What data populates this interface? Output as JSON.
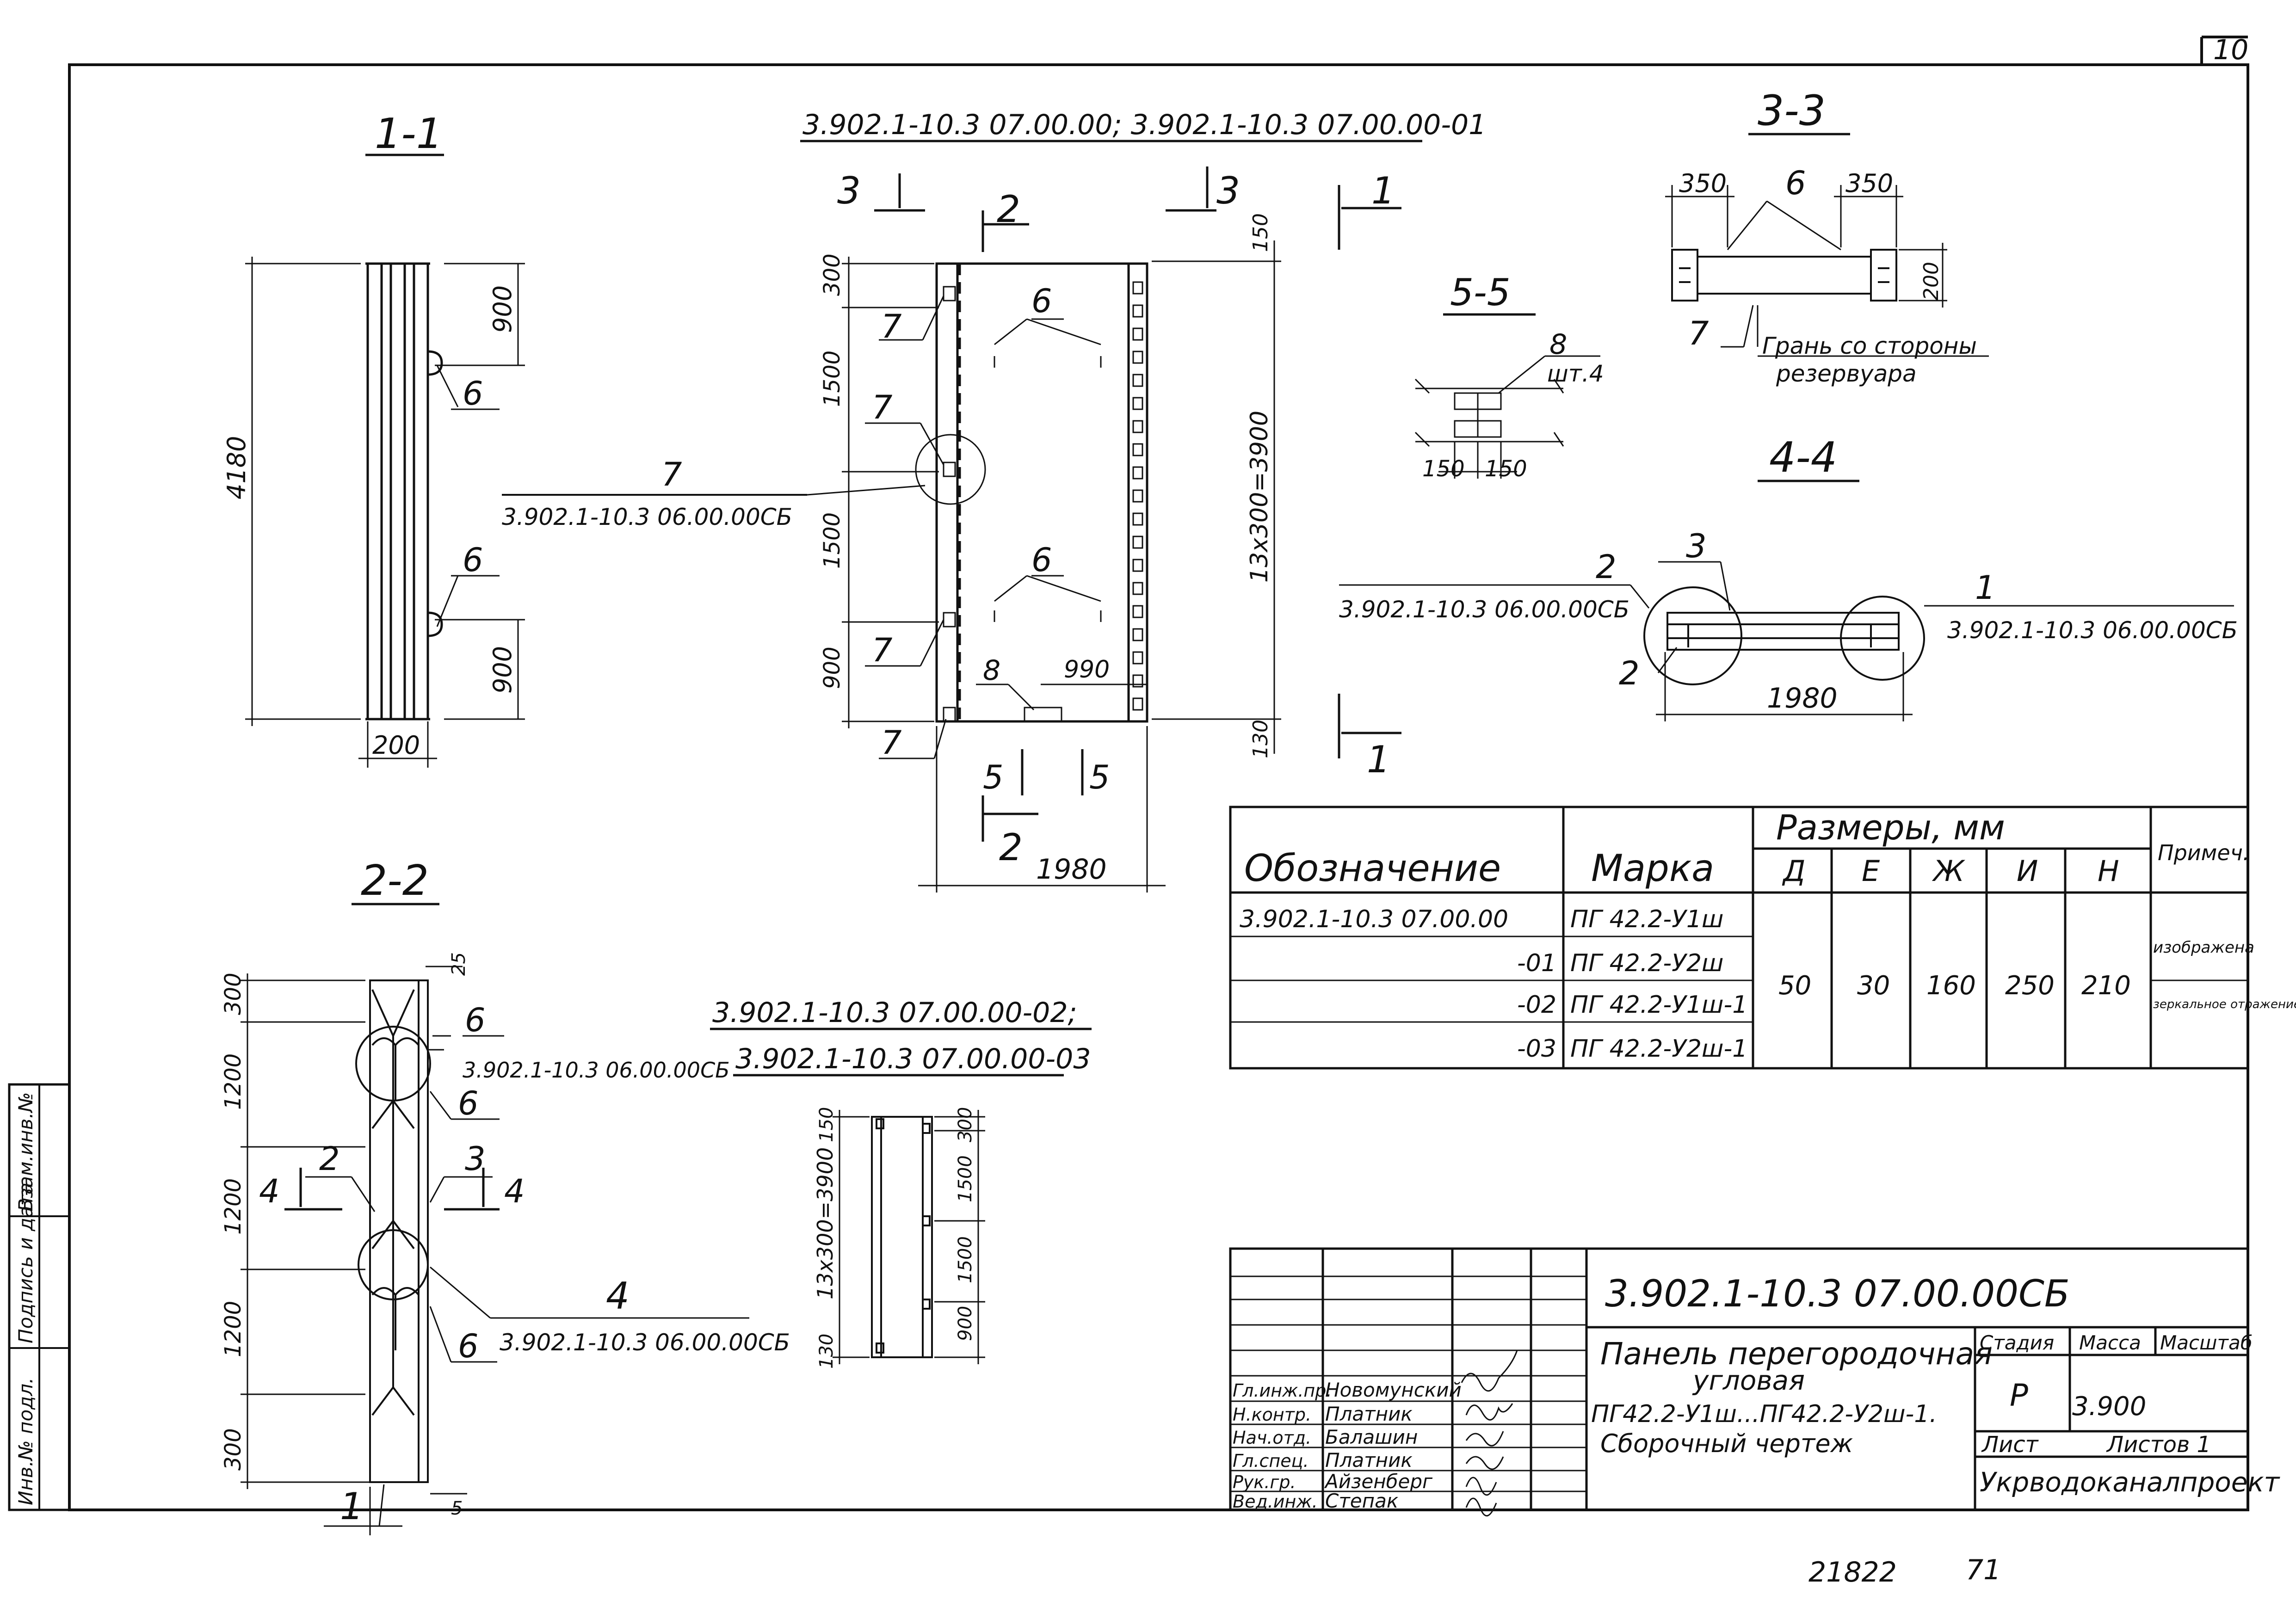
{
  "sheet": {
    "page_number": "10",
    "bottom_numbers": [
      "21822",
      "71"
    ]
  },
  "section_1_1": {
    "title": "1-1",
    "dims": [
      "4180",
      "900",
      "900",
      "200"
    ],
    "callouts": [
      "6",
      "6"
    ]
  },
  "main_view": {
    "heading": "3.902.1-10.3 07.00.00; 3.902.1-10.3 07.00.00-01",
    "section_marks": [
      "3",
      "3",
      "2",
      "2",
      "1",
      "1",
      "5",
      "5"
    ],
    "dims_left": [
      "300",
      "1500",
      "1500",
      "900"
    ],
    "dims_right": [
      "150",
      "13x300=3900",
      "130"
    ],
    "dims_bottom": [
      "1980",
      "990"
    ],
    "callouts": [
      "7",
      "7",
      "7",
      "7",
      "6",
      "6",
      "8"
    ],
    "ref_callout": "7",
    "ref_text": "3.902.1-10.3 06.00.00СБ"
  },
  "section_3_3": {
    "title": "3-3",
    "dims": [
      "350",
      "350",
      "200"
    ],
    "callouts": [
      "6",
      "7"
    ],
    "note_line1": "Грань со стороны",
    "note_line2": "резервуара"
  },
  "section_5_5": {
    "title": "5-5",
    "callout": "8",
    "callout_note": "шт.4",
    "dims": [
      "150",
      "150"
    ]
  },
  "section_4_4": {
    "title": "4-4",
    "callouts": [
      "2",
      "3",
      "1",
      "2"
    ],
    "ref_left": "3.902.1-10.3 06.00.00СБ",
    "ref_right": "3.902.1-10.3 06.00.00СБ",
    "dim": "1980"
  },
  "section_2_2": {
    "title": "2-2",
    "dims": [
      "300",
      "1200",
      "1200",
      "1200",
      "300",
      "25",
      "5"
    ],
    "callouts": [
      "6",
      "6",
      "2",
      "3",
      "4",
      "6",
      "1"
    ],
    "section_marks": [
      "4",
      "4"
    ],
    "ref_top": "3.902.1-10.3 06.00.00СБ",
    "ref_bottom": "3.902.1-10.3 06.00.00СБ"
  },
  "view_02_03": {
    "heading_line1": "3.902.1-10.3 07.00.00-02;",
    "heading_line2": "3.902.1-10.3 07.00.00-03",
    "dims_left": [
      "150",
      "13x300=3900",
      "130"
    ],
    "dims_right": [
      "300",
      "1500",
      "1500",
      "900"
    ]
  },
  "spec_table": {
    "head_designation": "Обозначение",
    "head_mark": "Марка",
    "head_sizes": "Размеры, мм",
    "head_note": "Примеч.",
    "size_cols": [
      "Д",
      "Е",
      "Ж",
      "И",
      "Н"
    ],
    "rows": [
      {
        "designation": "3.902.1-10.3 07.00.00",
        "mark": "ПГ 42.2-У1ш"
      },
      {
        "designation": "-01",
        "mark": "ПГ 42.2-У2ш"
      },
      {
        "designation": "-02",
        "mark": "ПГ 42.2-У1ш-1"
      },
      {
        "designation": "-03",
        "mark": "ПГ 42.2-У2ш-1"
      }
    ],
    "size_values": [
      "50",
      "30",
      "160",
      "250",
      "210"
    ],
    "note_1": "изображена",
    "note_2": "зеркальное отражение"
  },
  "title_block": {
    "doc_code": "3.902.1-10.3 07.00.00СБ",
    "name_line1": "Панель перегородочная",
    "name_line2": "угловая",
    "name_line3": "ПГ42.2-У1ш...ПГ42.2-У2ш-1.",
    "name_line4": "Сборочный чертеж",
    "h_stage": "Стадия",
    "h_mass": "Масса",
    "h_scale": "Масштаб",
    "stage": "Р",
    "mass": "3.900",
    "sheet_label": "Лист",
    "sheets_label": "Листов 1",
    "org": "Укрводоканалпроект",
    "staff": [
      {
        "role": "Гл.инж.пр.",
        "name": "Новомунский"
      },
      {
        "role": "Н.контр.",
        "name": "Платник"
      },
      {
        "role": "Нач.отд.",
        "name": "Балашин"
      },
      {
        "role": "Гл.спец.",
        "name": "Платник"
      },
      {
        "role": "Рук.гр.",
        "name": "Айзенберг"
      },
      {
        "role": "Вед.инж.",
        "name": "Степак"
      }
    ]
  },
  "side_stamp": {
    "f1": "Инв.№ подл.",
    "f2": "Подпись и дата",
    "f3": "Взам.инв.№"
  }
}
